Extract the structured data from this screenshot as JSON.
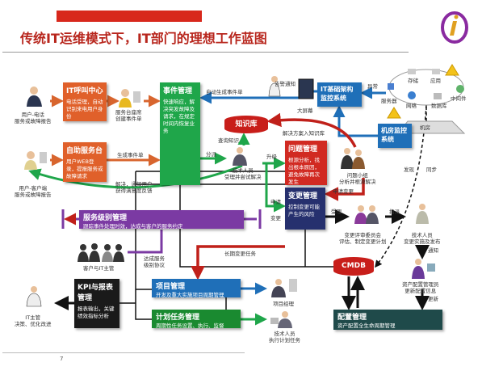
{
  "header": {
    "title": "传统IT运维模式下，IT部门的理想工作蓝图",
    "page_number": "7"
  },
  "colors": {
    "orange": "#e0602a",
    "green": "#1fa64a",
    "red": "#d12a22",
    "navy": "#26306e",
    "purple": "#7b3aa3",
    "blue": "#1f6fb8",
    "black": "#1a1a1a",
    "teal": "#1f4a4a",
    "title": "#b8261d"
  },
  "boxes": {
    "call_center": {
      "title": "IT呼叫中心",
      "desc": "电话受理，自动识别来电用户身份"
    },
    "self_service": {
      "title": "自助服务台",
      "desc": "用户WEB登录，提报服务或故障请求"
    },
    "incident": {
      "title": "事件管理",
      "desc": "快速响应，解决突发故障及请求，在规定时间内恢复业务"
    },
    "infra_monitor": {
      "title": "IT基础架构监控系统"
    },
    "room_monitor": {
      "title": "机房监控系统"
    },
    "problem": {
      "title": "问题管理",
      "desc": "根源分析，找出根本原因，避免故障再次发生"
    },
    "change": {
      "title": "变更管理",
      "desc": "控制变更可能产生的风险"
    },
    "sla": {
      "title": "服务级别管理",
      "desc": "跟踪事件处理时效，达成与客户的服务约定"
    },
    "kpi": {
      "title": "KPI与报表管理",
      "desc": "报表输出，关键绩效指标分析"
    },
    "project": {
      "title": "项目管理",
      "desc": "开发及重大实施项目周期管理"
    },
    "plan_task": {
      "title": "计划任务管理",
      "desc": "周期性任务设置、执行、监督"
    },
    "config": {
      "title": "配置管理",
      "desc": "资产配置全生命周期管理"
    },
    "knowledge_base": {
      "title": "知识库"
    },
    "cmdb": {
      "title": "CMDB"
    }
  },
  "labels": {
    "user_phone": "用户-电话\n服务或故障报告",
    "desk_agent": "服务台座席\n创建事件单",
    "gen_ticket": "生成事件单",
    "user_client": "用户-客户端\n服务或故障报告",
    "resolve_notify": "解决，通知用户\n获得满意度反馈",
    "auto_ticket": "自动生成事件单",
    "alarm": "告警通知",
    "big_screen": "大屏幕",
    "abnormal": "异常",
    "storage": "存储",
    "app": "应用",
    "server": "服务器",
    "network": "网络",
    "database": "数据库",
    "middleware": "中间件",
    "machine_room": "机房",
    "query_kb": "查询知识",
    "dispatch": "分派",
    "tech_handle": "技术人员\n受理并尝试解决",
    "solution_kb": "解决方案入知识库",
    "upgrade": "升级",
    "apply": "申请",
    "change": "变更",
    "problem_team": "问题小组\n分析并根源解决",
    "apply_change": "申请变更",
    "accept": "受理",
    "cab": "变更评审委员会\n评估、制定变更计划",
    "assign": "指派",
    "tech_release": "技术人员\n变更实施及发布",
    "notify": "通知",
    "asset_admin": "资产配置管理员\n更新配置信息",
    "update": "更新",
    "discover": "发现",
    "sync": "同步",
    "customer_it": "客户与IT主管",
    "sla_agree": "达成服务\n级别协议",
    "long_change": "长期变更任务",
    "pm": "项目经理",
    "tech_plan": "技术人员\n执行计划任务",
    "it_manager": "IT主管\n决策、优化改进"
  }
}
